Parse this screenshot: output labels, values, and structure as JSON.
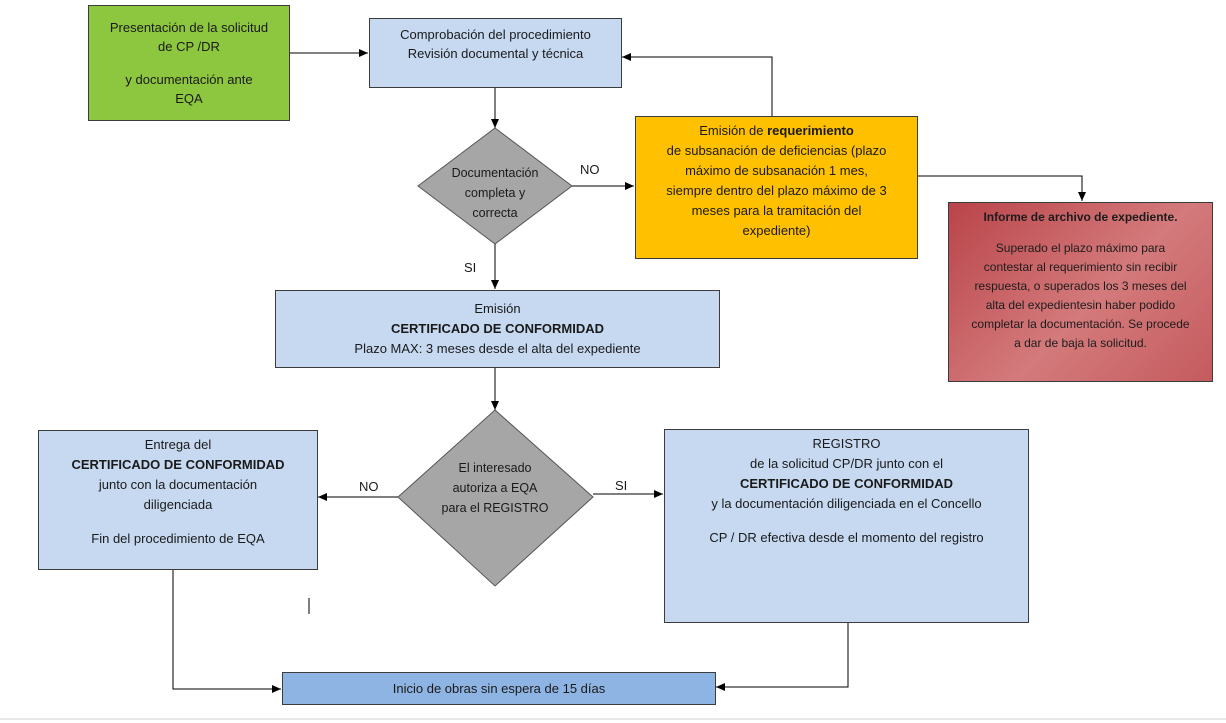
{
  "boxes": {
    "presentacion": {
      "line1": "Presentación de la solicitud",
      "line2": "de CP /DR",
      "line3": "y documentación ante",
      "line4": "EQA"
    },
    "comprobacion": {
      "line1": "Comprobación del procedimiento",
      "line2": "Revisión documental y técnica"
    },
    "requerimiento": {
      "line1_prefix": "Emisión de ",
      "line1_bold": "requerimiento",
      "line2": "de subsanación de deficiencias (plazo",
      "line3": "máximo de subsanación 1 mes,",
      "line4": "siempre dentro del plazo máximo de 3",
      "line5": "meses para la tramitación del",
      "line6": "expediente)"
    },
    "informe": {
      "title": "Informe de archivo de expediente.",
      "line1": "Superado el plazo máximo para",
      "line2": "contestar al requerimiento sin recibir",
      "line3": "respuesta, o superados los 3 meses del",
      "line4": "alta del expedientesin haber podido",
      "line5": "completar la documentación. Se procede",
      "line6": "a dar de baja la solicitud."
    },
    "emision_certificado": {
      "line1": "Emisión",
      "line2": "CERTIFICADO DE CONFORMIDAD",
      "line3": "Plazo MAX: 3 meses desde el alta del expediente"
    },
    "entrega": {
      "line1": "Entrega del",
      "line2": "CERTIFICADO DE CONFORMIDAD",
      "line3": "junto con la documentación",
      "line4": "diligenciada",
      "line5": "Fin del procedimiento de EQA"
    },
    "registro": {
      "line1": "REGISTRO",
      "line2": "de la solicitud CP/DR junto con el",
      "line3": "CERTIFICADO DE CONFORMIDAD",
      "line4": "y la documentación diligenciada en el Concello",
      "line5": "CP / DR efectiva desde el momento del registro"
    },
    "inicio": {
      "line1": "Inicio de obras sin espera de 15 días"
    }
  },
  "decisions": {
    "documentacion": {
      "line1": "Documentación",
      "line2": "completa y",
      "line3": "correcta"
    },
    "autoriza": {
      "line1": "El interesado",
      "line2": "autoriza a EQA",
      "line3": "para el REGISTRO"
    }
  },
  "labels": {
    "no_1": "NO",
    "si_1": "SI",
    "no_2": "NO",
    "si_2": "SI"
  },
  "colors": {
    "green": "#8dc63f",
    "light_blue": "#c6d9f1",
    "mid_blue": "#8eb4e3",
    "orange": "#ffc000",
    "red": "#c0504d",
    "diamond_gray": "#a6a6a6"
  }
}
